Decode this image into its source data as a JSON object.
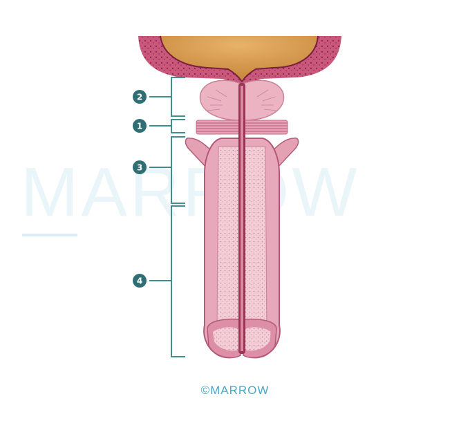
{
  "watermark": "MARROW",
  "copyright": "©MARROW",
  "labels": [
    {
      "id": "label-2",
      "number": "2"
    },
    {
      "id": "label-1",
      "number": "1"
    },
    {
      "id": "label-3",
      "number": "3"
    },
    {
      "id": "label-4",
      "number": "4"
    }
  ],
  "colors": {
    "bracket": "#3f8f8c",
    "label_circle": "#2f6f73",
    "tissue_pink": "#e6a3b6",
    "tissue_dark": "#8c2e4c",
    "spongy": "#f1c5d0",
    "bladder_wall": "#c14e73",
    "bladder_lumen": "#d79a4e"
  }
}
